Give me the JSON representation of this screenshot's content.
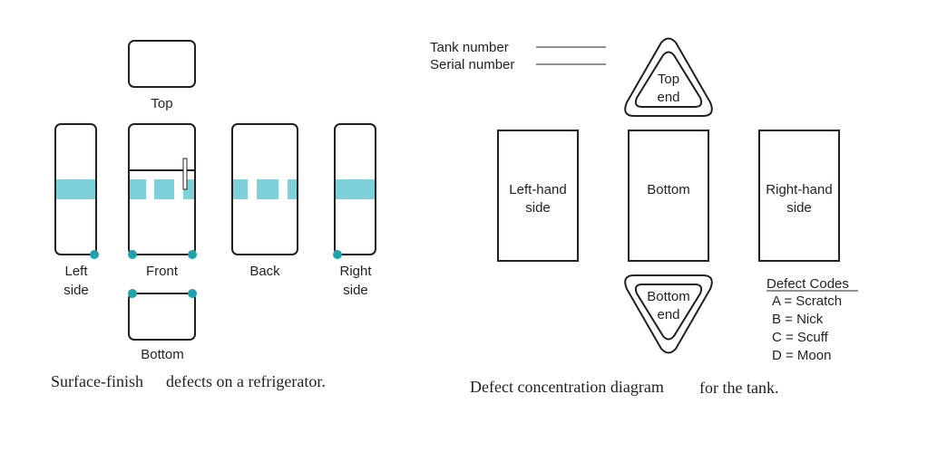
{
  "colors": {
    "ink": "#231f20",
    "defect_band": "#7fd1d9",
    "defect_dot": "#1fa2ad"
  },
  "refrigerator": {
    "top_label": "Top",
    "left_label": [
      "Left",
      "side"
    ],
    "front_label": "Front",
    "back_label": "Back",
    "right_label": [
      "Right",
      "side"
    ],
    "bottom_label": "Bottom",
    "caption_part1": "Surface-finish",
    "caption_part2": "defects on a refrigerator."
  },
  "tank": {
    "tank_number_label": "Tank number",
    "serial_number_label": "Serial number",
    "top_end_label": [
      "Top",
      "end"
    ],
    "left_hand_label": [
      "Left-hand",
      "side"
    ],
    "bottom_label": "Bottom",
    "right_hand_label": [
      "Right-hand",
      "side"
    ],
    "bottom_end_label": [
      "Bottom",
      "end"
    ],
    "defect_codes_title": "Defect Codes",
    "defect_codes": [
      "A = Scratch",
      "B = Nick",
      "C = Scuff",
      "D = Moon"
    ],
    "caption_part1": "Defect concentration diagram",
    "caption_part2": "for the tank."
  }
}
